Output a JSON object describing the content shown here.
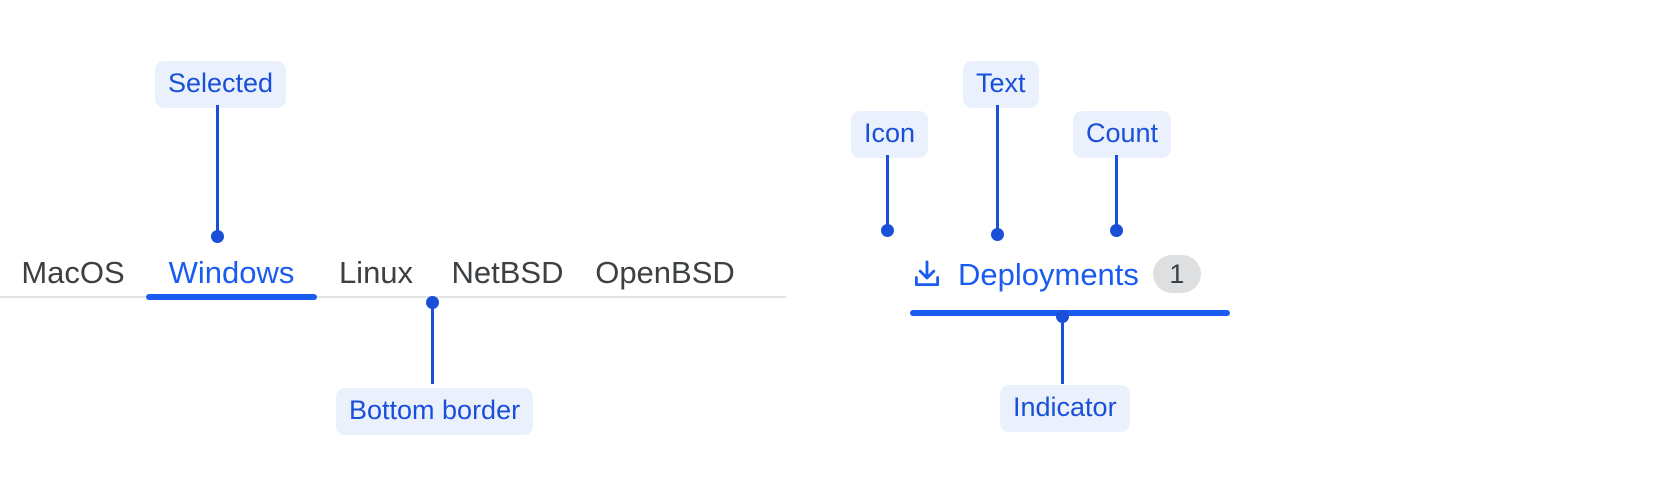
{
  "colors": {
    "accent": "#1a5cf0",
    "chip_bg": "#eaf1fd",
    "chip_text": "#1a4fd8",
    "tab_text": "#3c4043",
    "rule": "#e3e3e3",
    "badge_bg": "#dedfe1"
  },
  "left_example": {
    "tabs": [
      {
        "label": "MacOS",
        "selected": false
      },
      {
        "label": "Windows",
        "selected": true
      },
      {
        "label": "Linux",
        "selected": false
      },
      {
        "label": "NetBSD",
        "selected": false
      },
      {
        "label": "OpenBSD",
        "selected": false
      }
    ],
    "callouts": {
      "selected": "Selected",
      "bottom_border": "Bottom border"
    }
  },
  "right_example": {
    "tab": {
      "icon": "download-icon",
      "label": "Deployments",
      "count": "1",
      "selected": true
    },
    "callouts": {
      "icon": "Icon",
      "text": "Text",
      "count": "Count",
      "indicator": "Indicator"
    }
  }
}
